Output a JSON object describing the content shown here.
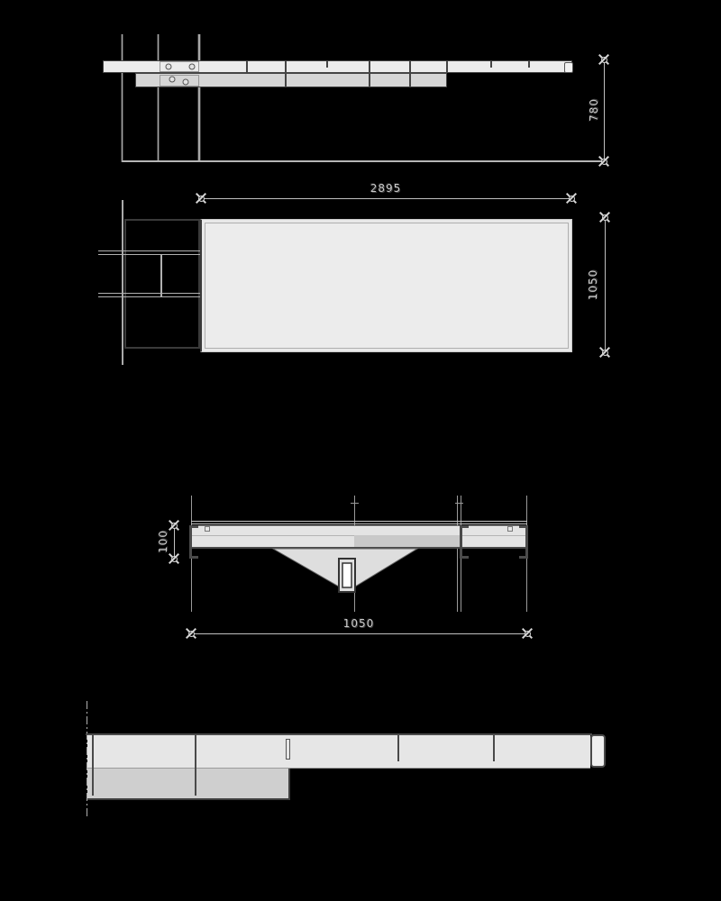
{
  "colors": {
    "background": "#000000",
    "line_light": "#b5b5b5",
    "line_dark": "#4a4a4a",
    "fill_light": "#e9e9e9",
    "fill_mid": "#d4d4d4",
    "dim_text": "#c9c9c9"
  },
  "views": {
    "side_elevation": {
      "dim_height": "780"
    },
    "plan_view": {
      "dim_length": "2895",
      "dim_width": "1050"
    },
    "cross_section": {
      "dim_height": "100",
      "dim_width": "1050"
    }
  }
}
